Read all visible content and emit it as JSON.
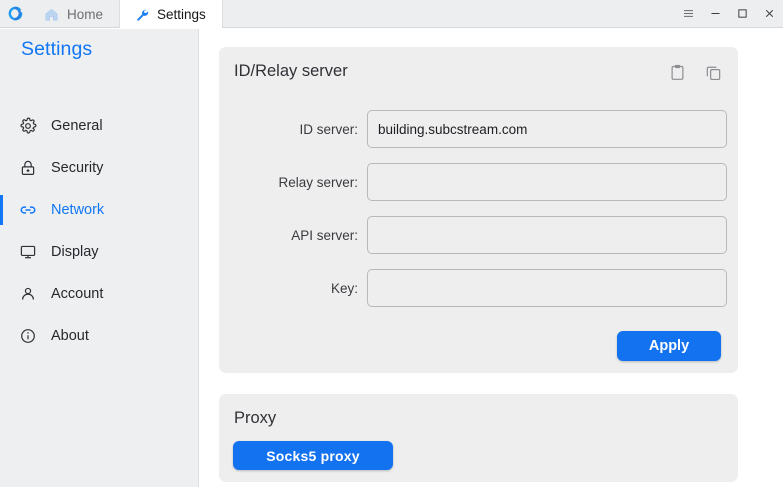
{
  "window": {
    "logo_icon": "rustdesk-circular-arrow-logo",
    "controls": [
      {
        "name": "menu-button",
        "icon": "hamburger-menu-icon",
        "label": "≡"
      },
      {
        "name": "minimize-button",
        "icon": "minimize-icon",
        "label": "—"
      },
      {
        "name": "maximize-button",
        "icon": "maximize-icon",
        "label": "☐"
      },
      {
        "name": "close-button",
        "icon": "close-icon",
        "label": "✕"
      }
    ],
    "tabs": [
      {
        "label": "Home",
        "icon": "home-icon",
        "active": false
      },
      {
        "label": "Settings",
        "icon": "wrench-icon",
        "active": true
      }
    ]
  },
  "sidebar": {
    "title": "Settings",
    "items": [
      {
        "label": "General",
        "icon": "gear-icon",
        "active": false
      },
      {
        "label": "Security",
        "icon": "lock-icon",
        "active": false
      },
      {
        "label": "Network",
        "icon": "link-icon",
        "active": true
      },
      {
        "label": "Display",
        "icon": "monitor-icon",
        "active": false
      },
      {
        "label": "Account",
        "icon": "person-icon",
        "active": false
      },
      {
        "label": "About",
        "icon": "info-icon",
        "active": false
      }
    ]
  },
  "main": {
    "id_relay_panel": {
      "title": "ID/Relay server",
      "actions": [
        {
          "name": "paste-button",
          "icon": "clipboard-paste-icon"
        },
        {
          "name": "copy-button",
          "icon": "copy-icon"
        }
      ],
      "fields": [
        {
          "label": "ID server:",
          "value": "building.subcstream.com",
          "placeholder": ""
        },
        {
          "label": "Relay server:",
          "value": "",
          "placeholder": ""
        },
        {
          "label": "API server:",
          "value": "",
          "placeholder": ""
        },
        {
          "label": "Key:",
          "value": "",
          "placeholder": ""
        }
      ],
      "apply_label": "Apply"
    },
    "proxy_panel": {
      "title": "Proxy",
      "socks5_label": "Socks5 proxy"
    }
  },
  "colors": {
    "accent": "#1272f0",
    "accent_text": "#1277f5",
    "panel_bg": "#eeeeef",
    "sidebar_bg": "#eeeff1",
    "content_bg": "#ffffff"
  }
}
